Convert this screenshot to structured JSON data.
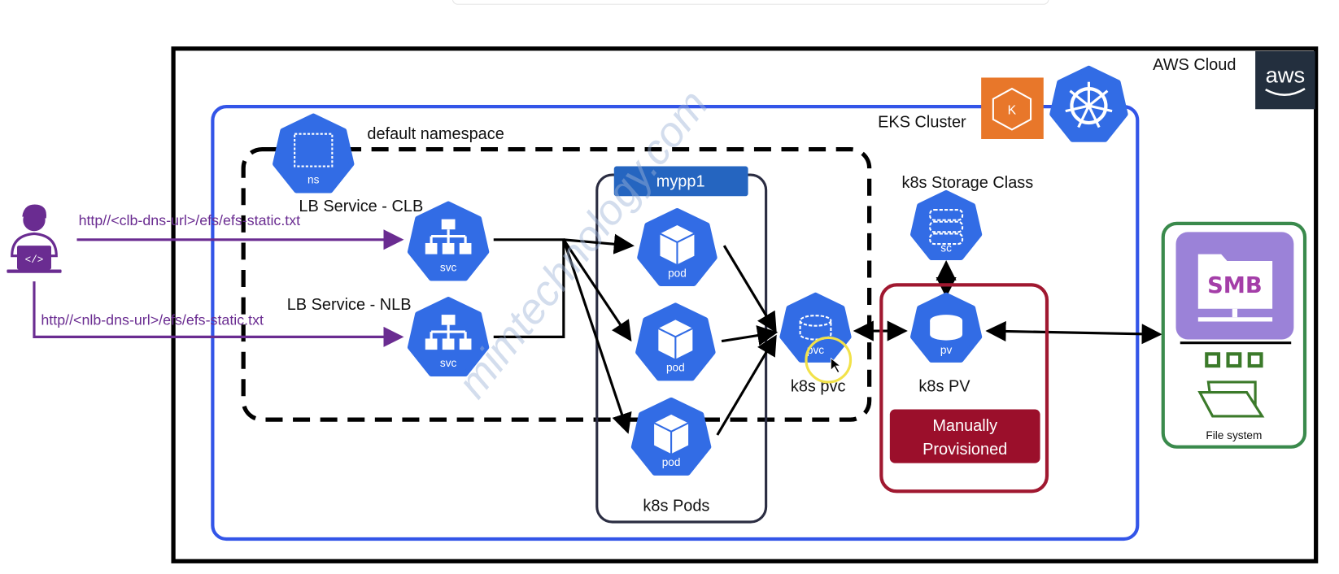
{
  "aws": {
    "label": "AWS Cloud",
    "logo_text": "aws"
  },
  "eks": {
    "label": "EKS Cluster"
  },
  "namespace": {
    "label": "default namespace",
    "icon_label": "ns"
  },
  "services": [
    {
      "label": "LB Service - CLB",
      "icon_label": "svc",
      "url": "http//<clb-dns-url>/efs/efs-static.txt"
    },
    {
      "label": "LB Service - NLB",
      "icon_label": "svc",
      "url": "http//<nlb-dns-url>/efs/efs-static.txt"
    }
  ],
  "deployment": {
    "title": "mypp1",
    "footer": "k8s Pods",
    "pods": [
      "pod",
      "pod",
      "pod"
    ]
  },
  "pvc": {
    "label": "k8s pvc",
    "icon_label": "pvc"
  },
  "storage_class": {
    "label": "k8s Storage Class",
    "icon_label": "sc"
  },
  "pv": {
    "label": "k8s PV",
    "icon_label": "pv",
    "badge": [
      "Manually",
      "Provisioned"
    ]
  },
  "filesystem": {
    "smb": "SMB",
    "label": "File system"
  },
  "watermark": "mimtechnology.com",
  "colors": {
    "k8s_blue": "#326ce5",
    "purple": "#6a2c91",
    "eks_blue": "#3355e8",
    "red": "#a01830",
    "green": "#3a8a4c",
    "smb": "#9b82d8",
    "eks_orange": "#e8772a",
    "aws_dark": "#232f3e"
  }
}
